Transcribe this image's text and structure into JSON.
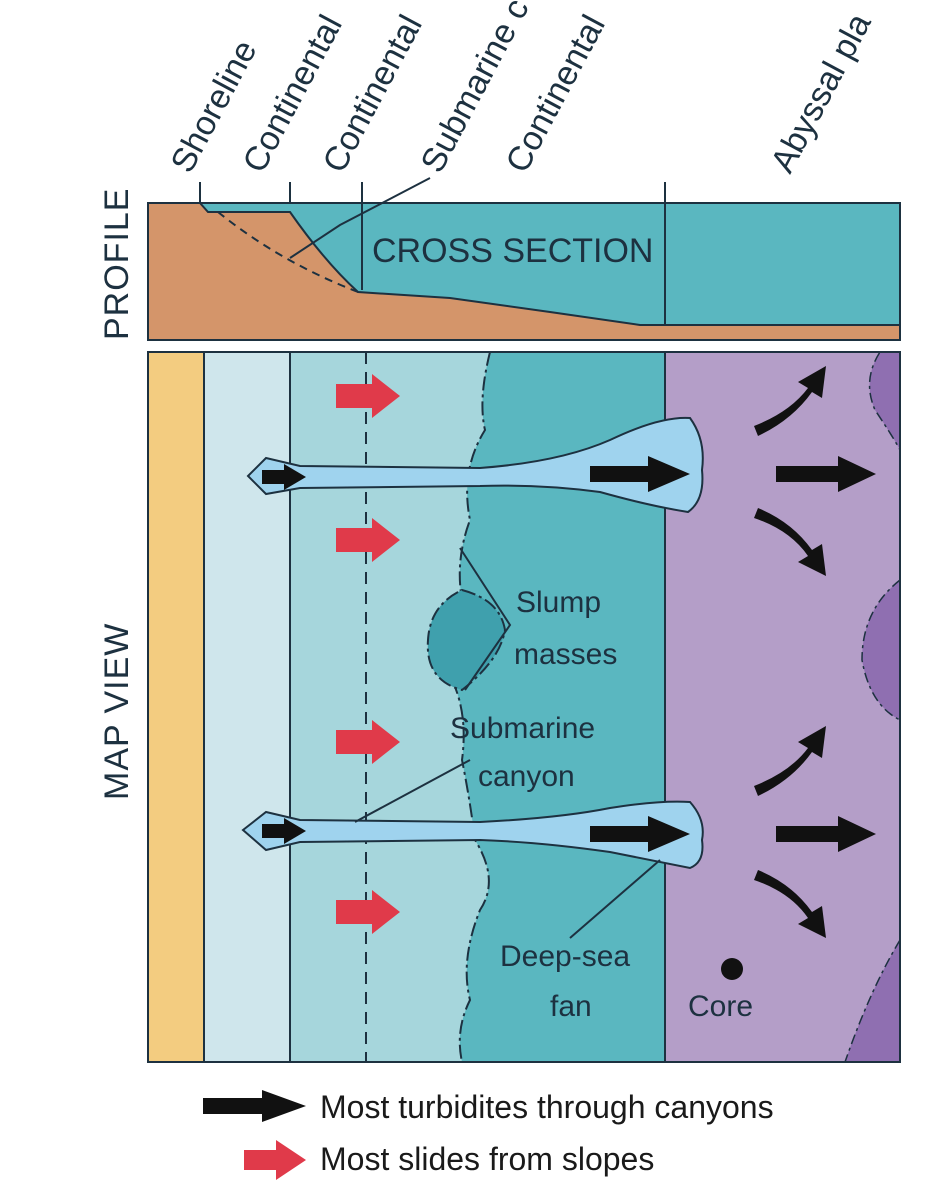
{
  "top_labels": {
    "shoreline": "Shoreline",
    "continental_1": "Continental",
    "continental_2": "Continental",
    "submarine": "Submarine c",
    "continental_3": "Continental",
    "abyssal": "Abyssal pla"
  },
  "side_labels": {
    "profile": "PROFILE",
    "map_view": "MAP VIEW"
  },
  "profile": {
    "title": "CROSS SECTION"
  },
  "map": {
    "slump_line1": "Slump",
    "slump_line2": "masses",
    "canyon_line1": "Submarine",
    "canyon_line2": "canyon",
    "fan_line1": "Deep-sea",
    "fan_line2": "fan",
    "core": "Core"
  },
  "legend": {
    "black_arrow_label": "Most turbidites through canyons",
    "red_arrow_label": "Most slides from slopes"
  },
  "colors": {
    "sediment": "#d4956a",
    "water": "#5ab7c0",
    "beach": "#f3cc80",
    "shelf": "#cfe6ec",
    "slope": "#a6d6dc",
    "rise": "#5ab7c0",
    "abyssal": "#b49ec8",
    "abyssal_dark": "#8f6fb1",
    "canyon": "#9fd3ee",
    "red_arrow": "#e03a4a",
    "black_arrow": "#111111"
  }
}
